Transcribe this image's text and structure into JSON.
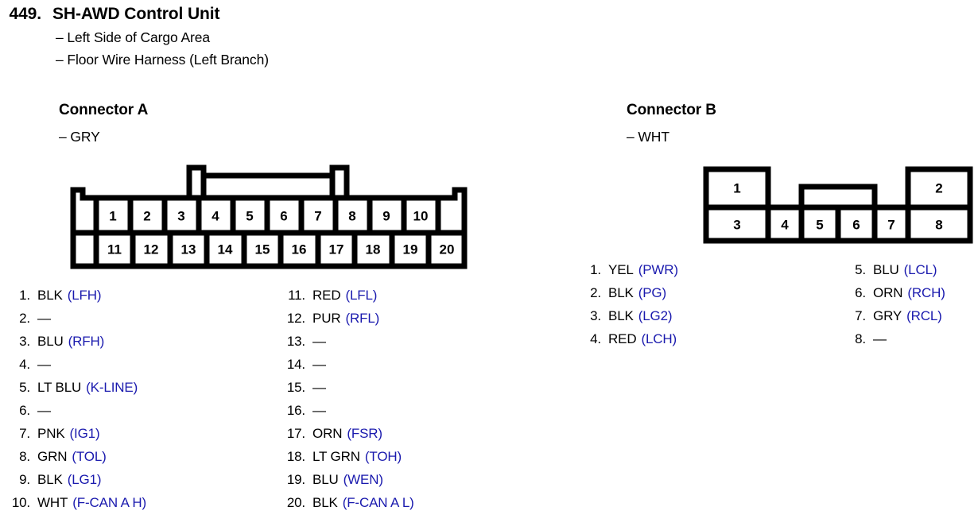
{
  "header": {
    "entry_number": "449.",
    "title": "SH-AWD Control Unit",
    "location_line": "– Left Side of Cargo Area",
    "harness_line": "– Floor Wire Harness (Left Branch)"
  },
  "colors": {
    "circuit_code": "#1a1aae",
    "text": "#000000",
    "outline": "#000000",
    "background": "#ffffff"
  },
  "connector_a": {
    "heading": "Connector A",
    "color_label": "– GRY",
    "diagram": {
      "top_row_pins": [
        "1",
        "2",
        "3",
        "4",
        "5",
        "6",
        "7",
        "8",
        "9",
        "10"
      ],
      "bottom_row_pins": [
        "11",
        "12",
        "13",
        "14",
        "15",
        "16",
        "17",
        "18",
        "19",
        "20"
      ]
    },
    "pins_left": [
      {
        "num": "1.",
        "wire": "BLK",
        "code": "(LFH)"
      },
      {
        "num": "2.",
        "wire": "—",
        "code": ""
      },
      {
        "num": "3.",
        "wire": "BLU",
        "code": "(RFH)"
      },
      {
        "num": "4.",
        "wire": "—",
        "code": ""
      },
      {
        "num": "5.",
        "wire": "LT BLU",
        "code": "(K-LINE)"
      },
      {
        "num": "6.",
        "wire": "—",
        "code": ""
      },
      {
        "num": "7.",
        "wire": "PNK",
        "code": "(IG1)"
      },
      {
        "num": "8.",
        "wire": "GRN",
        "code": "(TOL)"
      },
      {
        "num": "9.",
        "wire": "BLK",
        "code": "(LG1)"
      },
      {
        "num": "10.",
        "wire": "WHT",
        "code": "(F-CAN A H)"
      }
    ],
    "pins_right": [
      {
        "num": "11.",
        "wire": "RED",
        "code": "(LFL)"
      },
      {
        "num": "12.",
        "wire": "PUR",
        "code": "(RFL)"
      },
      {
        "num": "13.",
        "wire": "—",
        "code": ""
      },
      {
        "num": "14.",
        "wire": "—",
        "code": ""
      },
      {
        "num": "15.",
        "wire": "—",
        "code": ""
      },
      {
        "num": "16.",
        "wire": "—",
        "code": ""
      },
      {
        "num": "17.",
        "wire": "ORN",
        "code": "(FSR)"
      },
      {
        "num": "18.",
        "wire": "LT GRN",
        "code": "(TOH)"
      },
      {
        "num": "19.",
        "wire": "BLU",
        "code": "(WEN)"
      },
      {
        "num": "20.",
        "wire": "BLK",
        "code": "(F-CAN A L)"
      }
    ]
  },
  "connector_b": {
    "heading": "Connector B",
    "color_label": "– WHT",
    "diagram": {
      "top_row_pins": [
        "1",
        "2"
      ],
      "bottom_row_pins": [
        "3",
        "4",
        "5",
        "6",
        "7",
        "8"
      ]
    },
    "pins_left": [
      {
        "num": "1.",
        "wire": "YEL",
        "code": "(PWR)"
      },
      {
        "num": "2.",
        "wire": "BLK",
        "code": "(PG)"
      },
      {
        "num": "3.",
        "wire": "BLK",
        "code": "(LG2)"
      },
      {
        "num": "4.",
        "wire": "RED",
        "code": "(LCH)"
      }
    ],
    "pins_right": [
      {
        "num": "5.",
        "wire": "BLU",
        "code": "(LCL)"
      },
      {
        "num": "6.",
        "wire": "ORN",
        "code": "(RCH)"
      },
      {
        "num": "7.",
        "wire": "GRY",
        "code": "(RCL)"
      },
      {
        "num": "8.",
        "wire": "—",
        "code": ""
      }
    ]
  }
}
